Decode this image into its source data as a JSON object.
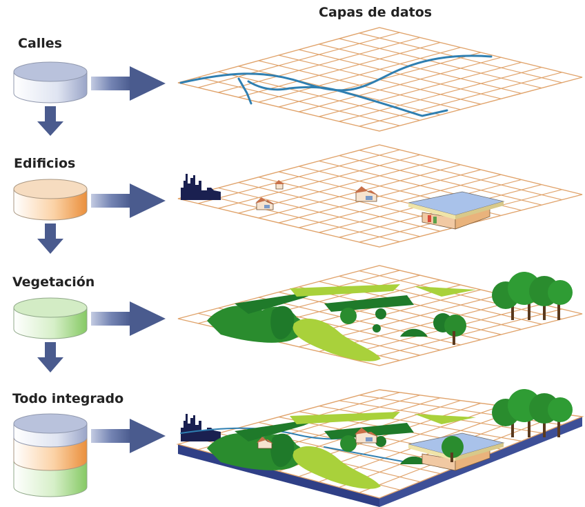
{
  "title": "Capas de datos",
  "layers": [
    {
      "label": "Calles",
      "color": "#b9c2dc"
    },
    {
      "label": "Edificios",
      "color": "#f0a860"
    },
    {
      "label": "Vegetación",
      "color": "#b7df9f"
    },
    {
      "label": "Todo integrado",
      "color": "#b9c2dc"
    }
  ],
  "colors": {
    "arrow": "#4a5b8e",
    "grid": "#e0a36b",
    "street": "#2f7fb1",
    "dark_green": "#1f7a2a",
    "mid_green": "#3aa33a",
    "light_green": "#a9d13b",
    "slab": "#3d4f97",
    "skyline": "#1a2050"
  }
}
